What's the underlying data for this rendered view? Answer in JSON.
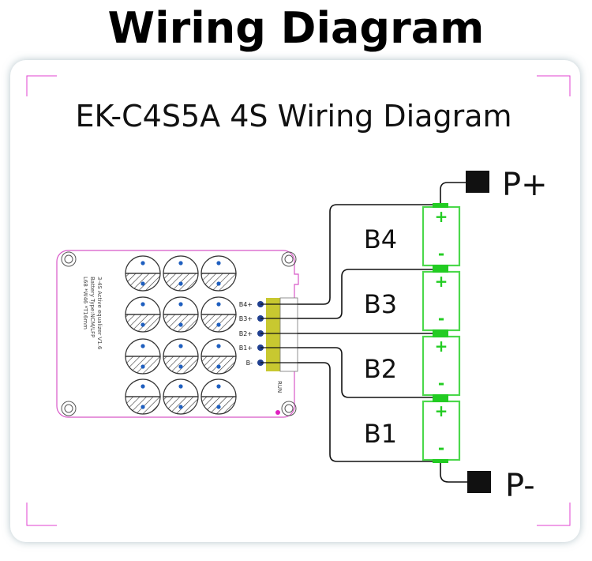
{
  "heading": "Wiring  Diagram",
  "diagram_title": "EK-C4S5A  4S Wiring Diagram",
  "terminals": {
    "positive": "P+",
    "negative": "P-"
  },
  "batteries": [
    {
      "label": "B4",
      "plus": "+",
      "minus": "-"
    },
    {
      "label": "B3",
      "plus": "+",
      "minus": "-"
    },
    {
      "label": "B2",
      "plus": "+",
      "minus": "-"
    },
    {
      "label": "B1",
      "plus": "+",
      "minus": "-"
    }
  ],
  "board": {
    "pins": [
      "B4+",
      "B3+",
      "B2+",
      "B1+",
      "B-"
    ],
    "silk_lines": [
      "3-4S Active equalizer V1.6",
      "Battery Type:NCM/LFP",
      "L68 *W46 *T16mm"
    ],
    "run_label": "RUN"
  },
  "colors": {
    "battery_green": "#4cd84c",
    "terminal_green": "#22cc22",
    "corner_marks": "#e040d0",
    "board_outline": "#d858c8",
    "connector": "#c8c830",
    "pin_blue": "#1f3f8f"
  }
}
